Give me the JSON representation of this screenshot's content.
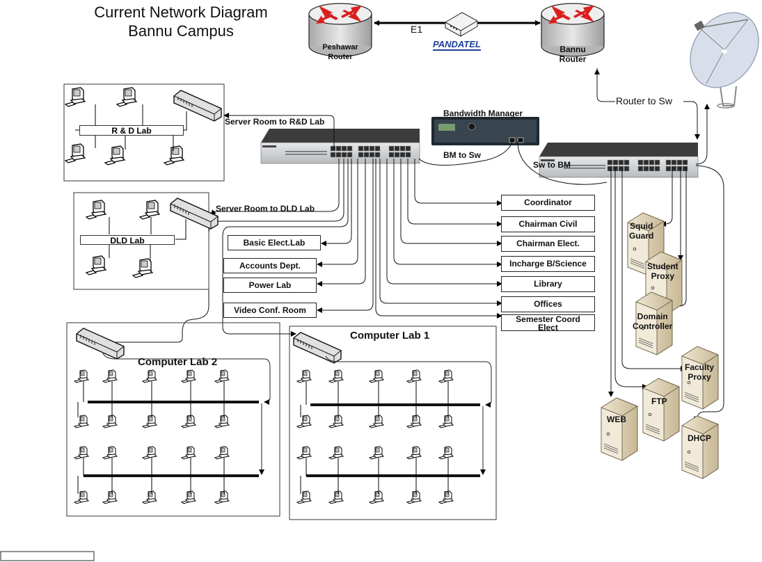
{
  "title": {
    "line1": "Current Network Diagram",
    "line2": "Bannu Campus"
  },
  "wan": {
    "peshawar_router": [
      "Peshawar",
      "Router"
    ],
    "bannu_router": [
      "Bannu",
      "Router"
    ],
    "link_label": "E1",
    "modem_brand": "PANDATEL",
    "router_to_switch": "Router to Sw"
  },
  "bandwidth_manager": {
    "label": "Bandwidth Manager",
    "bm_to_sw": "BM to Sw",
    "sw_to_bm": "Sw to BM"
  },
  "links": {
    "rd_lab": "Server Room to R&D Lab",
    "dld_lab": "Server Room to DLD Lab"
  },
  "labs": {
    "rd_lab": "R & D Lab",
    "dld_lab": "DLD Lab",
    "computer_lab_1": "Computer Lab 1",
    "computer_lab_2": "Computer Lab 2"
  },
  "left_departments": [
    "Basic Elect.Lab",
    "Accounts Dept.",
    "Power Lab",
    "Video Conf. Room"
  ],
  "right_departments": [
    "Coordinator",
    "Chairman Civil",
    "Chairman Elect.",
    "Incharge B/Science",
    "Library",
    "Offices",
    "Semester Coord Elect"
  ],
  "servers": [
    {
      "id": "squid",
      "lines": [
        "Squid",
        "Guard"
      ]
    },
    {
      "id": "student-proxy",
      "lines": [
        "Student",
        "Proxy"
      ]
    },
    {
      "id": "domain-controller",
      "lines": [
        "Domain",
        "Controller"
      ]
    },
    {
      "id": "faculty-proxy",
      "lines": [
        "Faculty",
        "Proxy"
      ]
    },
    {
      "id": "ftp",
      "lines": [
        "FTP"
      ]
    },
    {
      "id": "web",
      "lines": [
        "WEB"
      ]
    },
    {
      "id": "dhcp",
      "lines": [
        "DHCP"
      ]
    }
  ],
  "colors": {
    "router_body": "#c9c9c9",
    "router_arrow": "#d9201f",
    "server_body": "#e2d6bd",
    "switch_body": "#cfd2d4",
    "switch_top": "#3a3a3a",
    "modem_brand": "#1f3f9a",
    "dish": "#c8d4e4"
  }
}
